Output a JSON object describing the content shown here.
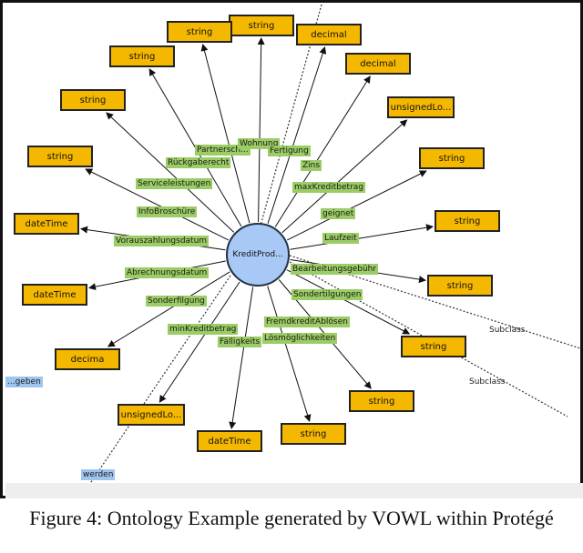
{
  "center": "KreditProd...",
  "nodes": [
    {
      "label": "string"
    },
    {
      "label": "string"
    },
    {
      "label": "string"
    },
    {
      "label": "decimal"
    },
    {
      "label": "decimal"
    },
    {
      "label": "string"
    },
    {
      "label": "unsignedLo..."
    },
    {
      "label": "string"
    },
    {
      "label": "dateTime"
    },
    {
      "label": "string"
    },
    {
      "label": "string"
    },
    {
      "label": "dateTime"
    },
    {
      "label": "string"
    },
    {
      "label": "decima"
    },
    {
      "label": "string"
    },
    {
      "label": "unsignedLo..."
    },
    {
      "label": "string"
    },
    {
      "label": "string"
    },
    {
      "label": "dateTime"
    }
  ],
  "edge_labels": [
    "Partnersch...",
    "Wohnung",
    "Fertigung",
    "Rückgaberecht",
    "Zins",
    "Serviceleistungen",
    "maxKreditbetrag",
    "InfoBroschüre",
    "geignet",
    "Vorauszahlungsdatum",
    "Laufzeit",
    "Abrechnungsdatum",
    "Bearbeitungsgebühr",
    "Sonderfilgung",
    "Sondertilgungen",
    "FremdkreditAblösen",
    "minKreditbetrag",
    "Fälligkeits",
    "Lösmöglichkeiten"
  ],
  "blue_labels": [
    "...geben",
    "werden"
  ],
  "plain_labels": [
    "Subclass",
    "Subclass"
  ],
  "caption": "Figure 4: Ontology Example generated by VOWL within Protégé"
}
